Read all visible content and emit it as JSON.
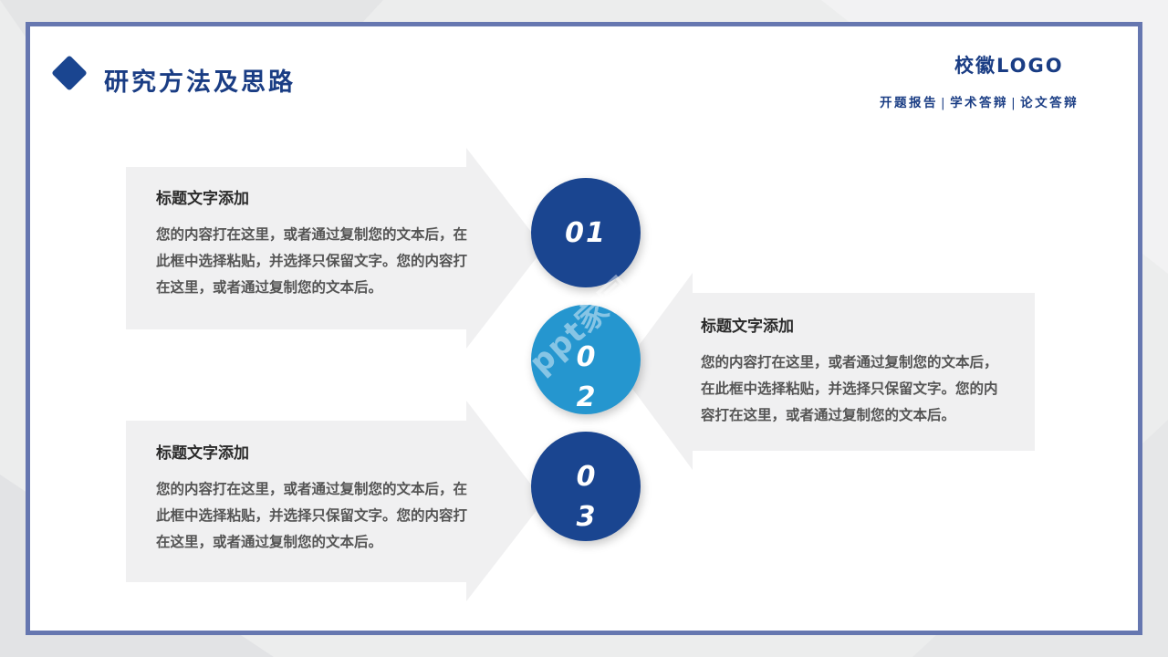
{
  "header": {
    "title": "研究方法及思路",
    "logo": "校徽LOGO",
    "nav": [
      "开题报告",
      "学术答辩",
      "论文答辩"
    ],
    "separator": "|"
  },
  "steps": [
    {
      "number": "01",
      "title": "标题文字添加",
      "body": "您的内容打在这里，或者通过复制您的文本后，在此框中选择粘贴，并选择只保留文字。您的内容打在这里，或者通过复制您的文本后。"
    },
    {
      "number": "0\n2",
      "title": "标题文字添加",
      "body": "您的内容打在这里，或者通过复制您的文本后，在此框中选择粘贴，并选择只保留文字。您的内容打在这里，或者通过复制您的文本后。"
    },
    {
      "number": "0\n3",
      "title": "标题文字添加",
      "body": "您的内容打在这里，或者通过复制您的文本后，在此框中选择粘贴，并选择只保留文字。您的内容打在这里，或者通过复制您的文本后。"
    }
  ],
  "watermark": "ppt家园",
  "colors": {
    "primary": "#1a4590",
    "accent": "#2596cf",
    "frame": "#6677b0",
    "panel": "#f0f0f1"
  }
}
